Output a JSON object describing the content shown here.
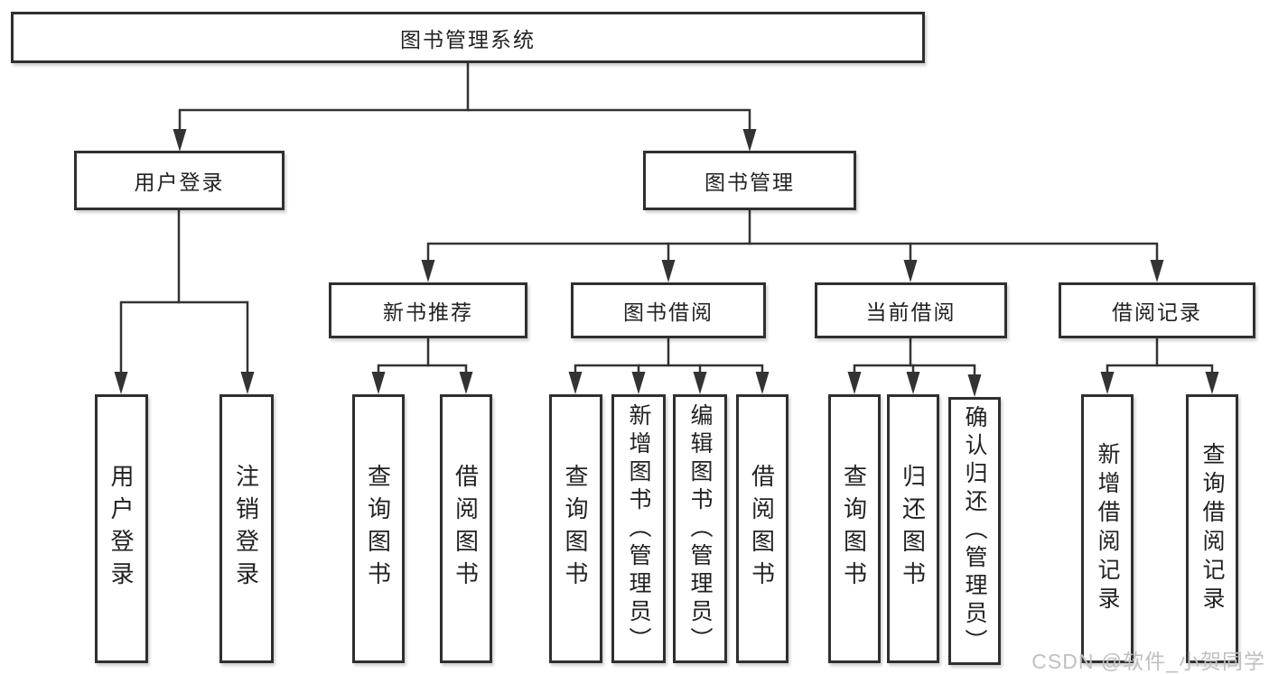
{
  "diagram": {
    "root": {
      "label": "图书管理系统"
    },
    "branches": [
      {
        "label": "用户登录",
        "children": [
          {
            "label": "用户登录"
          },
          {
            "label": "注销登录"
          }
        ]
      },
      {
        "label": "图书管理",
        "children": [
          {
            "label": "新书推荐",
            "children": [
              {
                "label": "查询图书"
              },
              {
                "label": "借阅图书"
              }
            ]
          },
          {
            "label": "图书借阅",
            "children": [
              {
                "label": "查询图书"
              },
              {
                "label": "新增图书（管理员）"
              },
              {
                "label": "编辑图书（管理员）"
              },
              {
                "label": "借阅图书"
              }
            ]
          },
          {
            "label": "当前借阅",
            "children": [
              {
                "label": "查询图书"
              },
              {
                "label": "归还图书"
              },
              {
                "label": "确认归还（管理员）"
              }
            ]
          },
          {
            "label": "借阅记录",
            "children": [
              {
                "label": "新增借阅记录"
              },
              {
                "label": "查询借阅记录"
              }
            ]
          }
        ]
      }
    ]
  },
  "watermark": {
    "text": "CSDN @软件_小贺同学"
  },
  "colors": {
    "line": "#333333",
    "box_border": "#2f2f2f",
    "box_fill": "#ffffff",
    "text": "#222222",
    "watermark": "#c0c0c0",
    "background": "#ffffff"
  }
}
